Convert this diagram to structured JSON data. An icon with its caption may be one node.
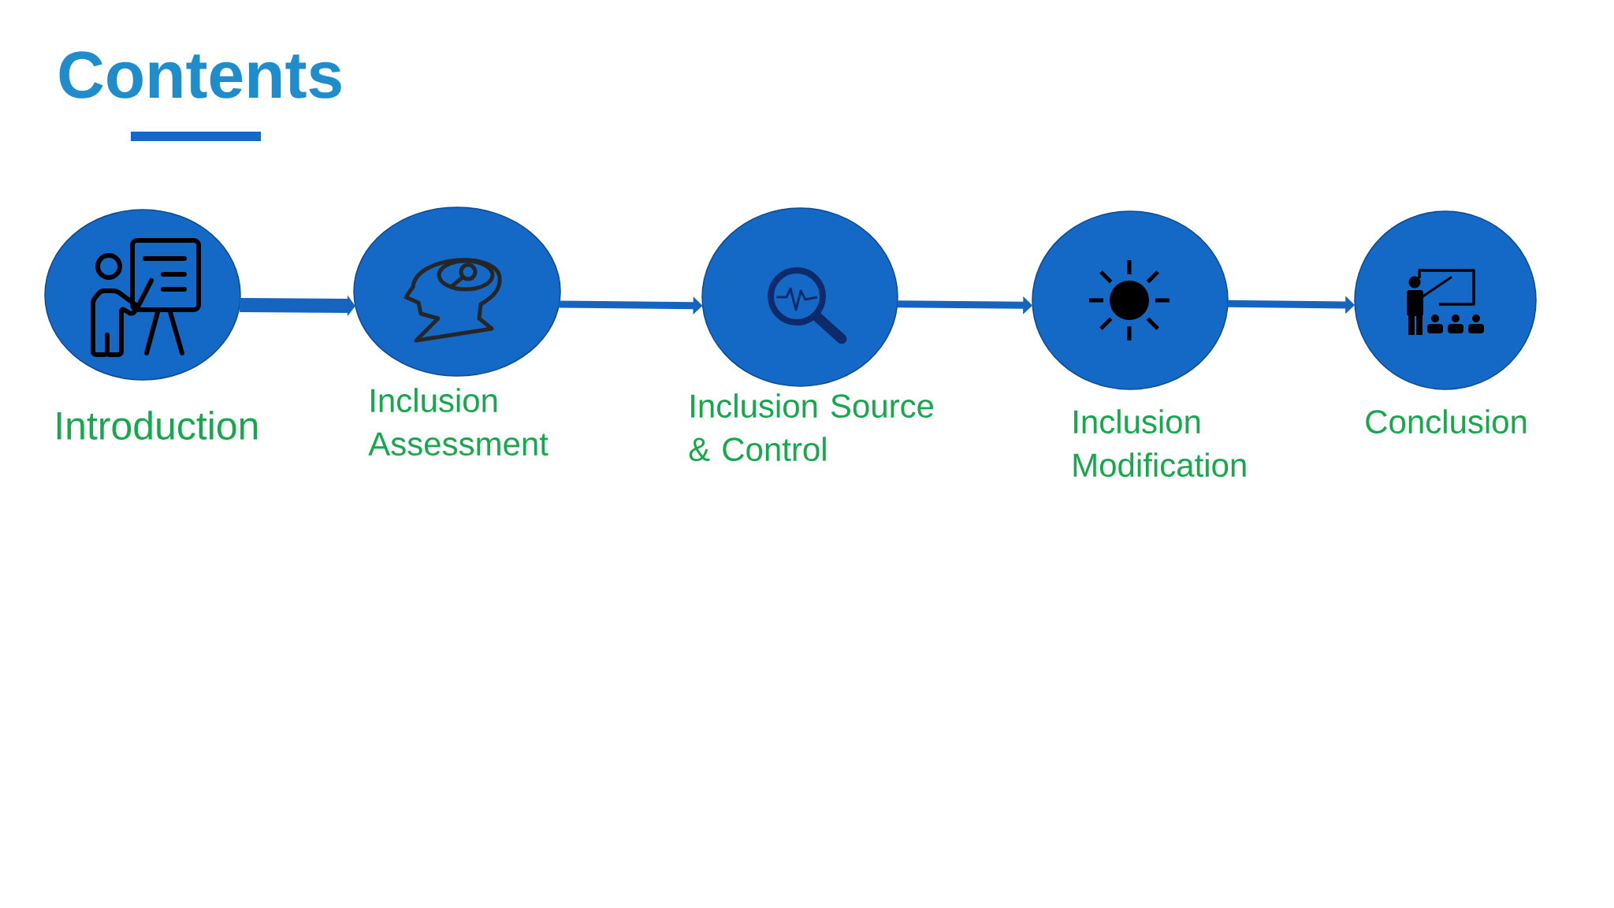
{
  "diagram": {
    "title": "Contents",
    "nodes": [
      {
        "text": [
          "Introduction"
        ]
      },
      {
        "text": [
          "Inclusion Assessment"
        ]
      },
      {
        "text": [
          "Inclusion Source & Control"
        ]
      },
      {
        "text": [
          "Inclusion Modification"
        ]
      },
      {
        "text": [
          "Conclusion"
        ]
      }
    ],
    "edges": [
      {
        "from": 0,
        "to": 1,
        "arrow": "to",
        "style": "thick"
      },
      {
        "from": 1,
        "to": 2,
        "arrow": "to"
      },
      {
        "from": 2,
        "to": 3,
        "arrow": "to"
      },
      {
        "from": 3,
        "to": 4,
        "arrow": "to"
      }
    ]
  }
}
